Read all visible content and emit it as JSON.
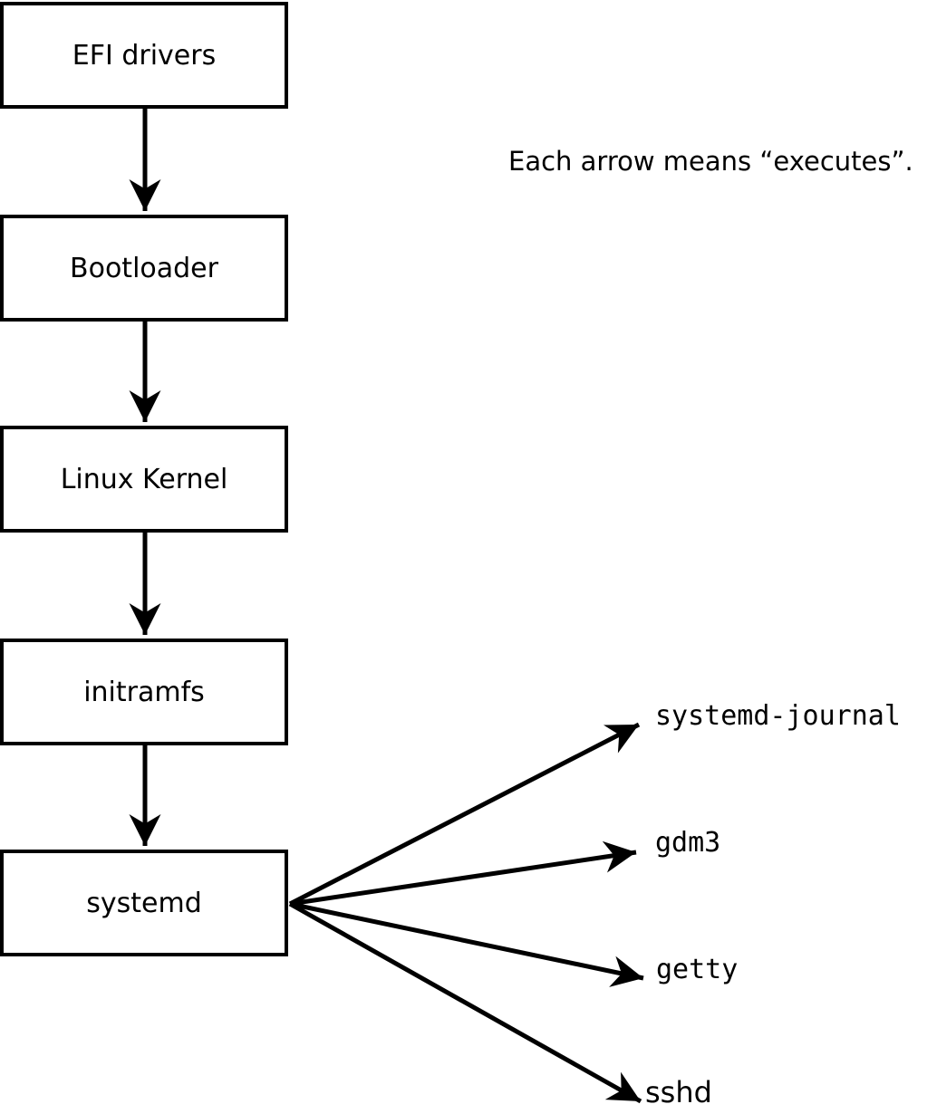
{
  "diagram": {
    "note": "Each arrow means “executes”.",
    "nodes": [
      {
        "id": "efi-drivers",
        "label": "EFI drivers"
      },
      {
        "id": "bootloader",
        "label": "Bootloader"
      },
      {
        "id": "linux-kernel",
        "label": "Linux Kernel"
      },
      {
        "id": "initramfs",
        "label": "initramfs"
      },
      {
        "id": "systemd",
        "label": "systemd"
      }
    ],
    "targets": [
      {
        "id": "systemd-journal",
        "label": "systemd-journal"
      },
      {
        "id": "gdm3",
        "label": "gdm3"
      },
      {
        "id": "getty",
        "label": "getty"
      },
      {
        "id": "sshd",
        "label": "sshd"
      }
    ],
    "colors": {
      "line": "#000000",
      "box_fill": "#ffffff",
      "background": "#ffffff"
    }
  }
}
